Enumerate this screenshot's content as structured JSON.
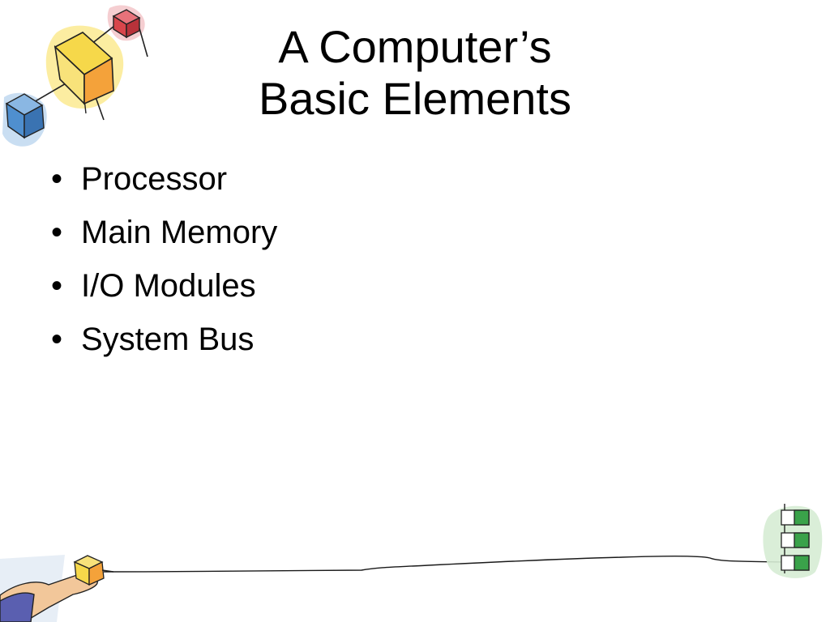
{
  "slide": {
    "title_line1": "A Computer’s",
    "title_line2": "Basic Elements",
    "bullet_char": "•",
    "bullets": [
      "Processor",
      "Main Memory",
      "I/O Modules",
      "System Bus"
    ]
  },
  "decorations": {
    "top_left_icon": "connected-cubes-icon",
    "bottom_left_icon": "hand-holding-cube-icon",
    "bottom_right_icon": "stacked-blocks-icon",
    "footer_rule": "hand-drawn-line",
    "colors": {
      "yellow": "#f6d84a",
      "orange": "#f4a23a",
      "blue": "#4f8fcf",
      "red": "#d8454b",
      "green": "#3aa24a",
      "line": "#1a1a1a"
    }
  }
}
